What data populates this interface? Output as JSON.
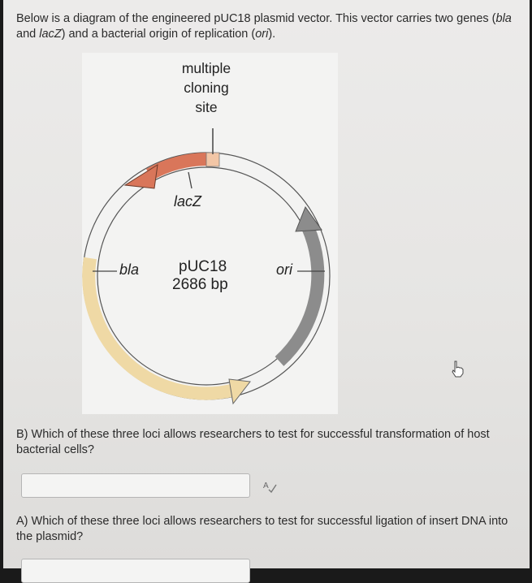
{
  "intro": {
    "part1": "Below is a diagram of the engineered pUC18 plasmid vector. This vector carries two genes (",
    "gene1": "bla",
    "and": " and ",
    "gene2": "lacZ",
    "part2": ") and a bacterial origin of replication (",
    "ori": "ori",
    "part3": ")."
  },
  "diagram": {
    "mcs_label": [
      "multiple",
      "cloning",
      "site"
    ],
    "lacz_label": "lacZ",
    "bla_label": "bla",
    "ori_label": "ori",
    "plasmid_name": "pUC18",
    "plasmid_size": "2686 bp",
    "colors": {
      "lacz": "#d9765a",
      "mcs": "#f2c6a6",
      "bla": "#efd9a5",
      "ori": "#8c8c8c",
      "ring": "#ffffff",
      "outline": "#444444"
    }
  },
  "questions": {
    "b": "B) Which of these three loci allows researchers to test for successful transformation of host bacterial cells?",
    "a": "A) Which of these three loci allows researchers to test for successful ligation of insert DNA into the plasmid?"
  },
  "answers": {
    "b_value": "",
    "a_value": ""
  },
  "icons": {
    "spellcheck": "spellcheck-icon",
    "cursor": "hand-cursor-icon"
  }
}
